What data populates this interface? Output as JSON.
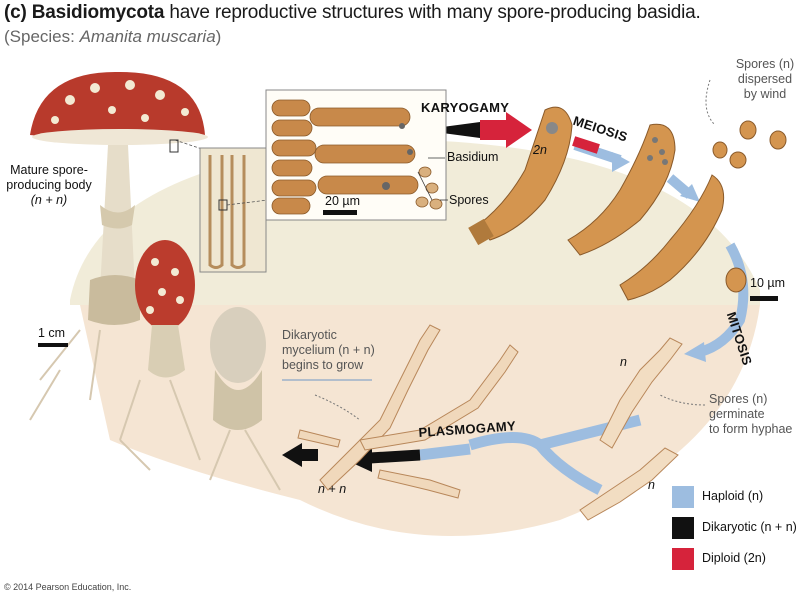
{
  "title": {
    "bold": "(c) Basidiomycota",
    "rest": " have reproductive structures with many spore-producing basidia."
  },
  "subtitle": {
    "prefix": "(Species: ",
    "species": "Amanita muscaria",
    "suffix": ")"
  },
  "labels": {
    "mature_body": [
      "Mature spore-",
      "producing body"
    ],
    "mature_body_ploidy": "(n + n)",
    "scale_1cm": "1 cm",
    "scale_20um": "20 µm",
    "scale_10um": "10 µm",
    "basidium": "Basidium",
    "spores": "Spores",
    "two_n": "2n",
    "dispersed": [
      "Spores (n)",
      "dispersed",
      "by wind"
    ],
    "dikaryotic": [
      "Dikaryotic",
      "mycelium (n + n)",
      "begins to grow"
    ],
    "germinate": [
      "Spores (n)",
      "germinate",
      "to form hyphae"
    ],
    "n_upper": "n",
    "n_lower": "n",
    "nn_mycelium": "n + n"
  },
  "processes": {
    "karyogamy": "KARYOGAMY",
    "meiosis": "MEIOSIS",
    "mitosis": "MITOSIS",
    "plasmogamy": "PLASMOGAMY"
  },
  "legend": [
    {
      "label": "Haploid (n)",
      "color": "#9dbde0"
    },
    {
      "label": "Dikaryotic (n + n)",
      "color": "#111111"
    },
    {
      "label": "Diploid (2n)",
      "color": "#d6233b"
    }
  ],
  "copyright": "© 2014 Pearson Education, Inc."
}
